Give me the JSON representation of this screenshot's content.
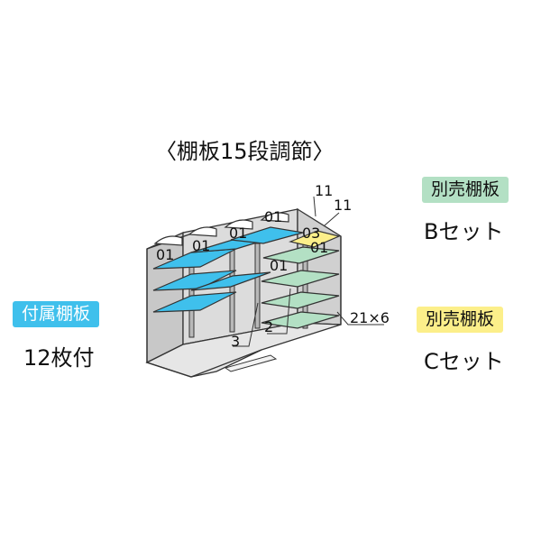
{
  "title": "〈棚板15段調節〉",
  "included": {
    "tag": "付属棚板",
    "caption": "12枚付",
    "color": "#3fc0ec"
  },
  "set_b": {
    "tag": "別売棚板",
    "caption": "Bセット",
    "color": "#b3e0c4"
  },
  "set_c": {
    "tag": "別売棚板",
    "caption": "Cセット",
    "color": "#fcef8a"
  },
  "labels": {
    "l01_a": "01",
    "l01_b": "01",
    "l01_c": "01",
    "l01_d": "01",
    "l01_e": "01",
    "l01_f": "01",
    "l03": "03",
    "l11_a": "11",
    "l11_b": "11",
    "l3": "3",
    "l2": "2",
    "dim": "21×6"
  }
}
